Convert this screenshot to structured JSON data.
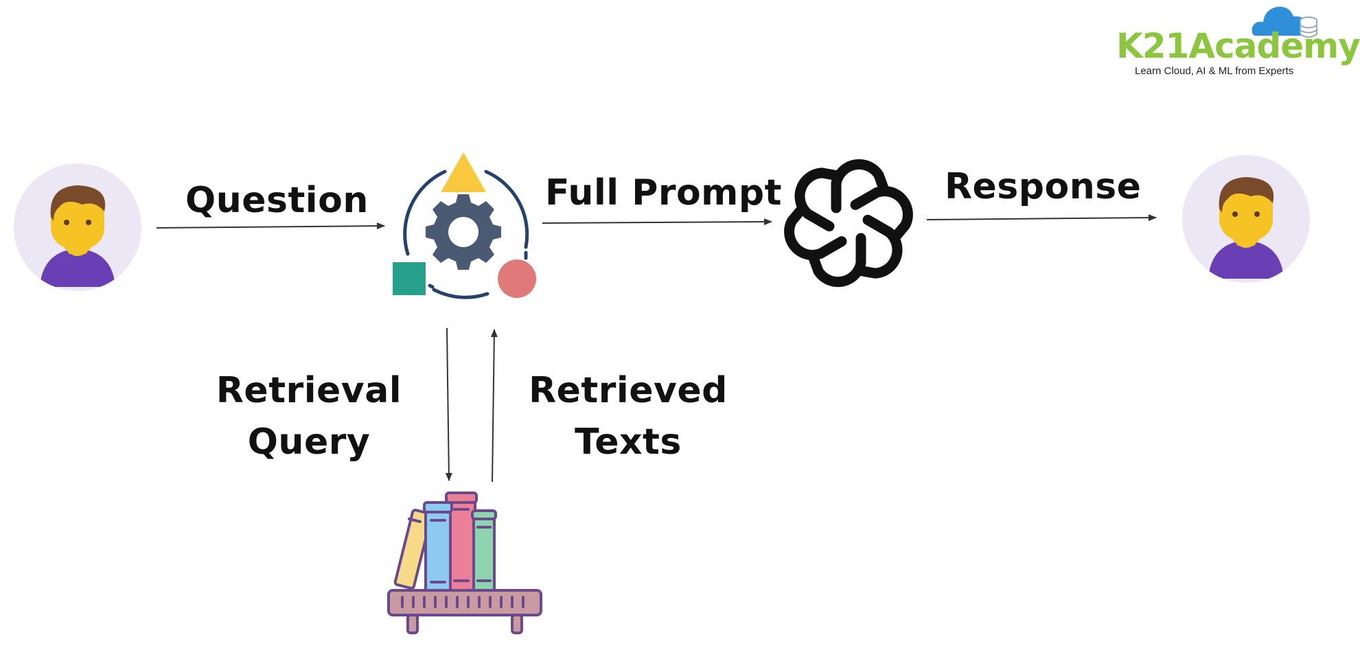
{
  "logo": {
    "wordmark": "K21Academy",
    "tagline": "Learn Cloud, AI & ML from Experts",
    "icon": "cloud-database-icon",
    "colors": {
      "wordmark": "#8cc63f",
      "cloud": "#2f8fd8"
    }
  },
  "labels": {
    "question": "Question",
    "full_prompt": "Full Prompt",
    "response": "Response",
    "retrieval_query": [
      "Retrieval",
      "Query"
    ],
    "retrieved_texts": [
      "Retrieved",
      "Texts"
    ]
  },
  "nodes": {
    "user": "user-avatar-icon",
    "orchestrator": "gear-with-shapes-icon",
    "llm": "openai-logo-icon",
    "knowledge_base": "bookshelf-icon",
    "recipient": "user-avatar-icon"
  },
  "colors": {
    "avatar_bg": "#ebe7f4",
    "avatar_face": "#f6c324",
    "avatar_hair": "#7a4b2a",
    "avatar_shirt": "#6a3fb5",
    "gear": "#4a5a72",
    "ring": "#24426b",
    "triangle": "#f8c93e",
    "square": "#26a08a",
    "circle": "#e07a7a",
    "arrow": "#333333"
  }
}
